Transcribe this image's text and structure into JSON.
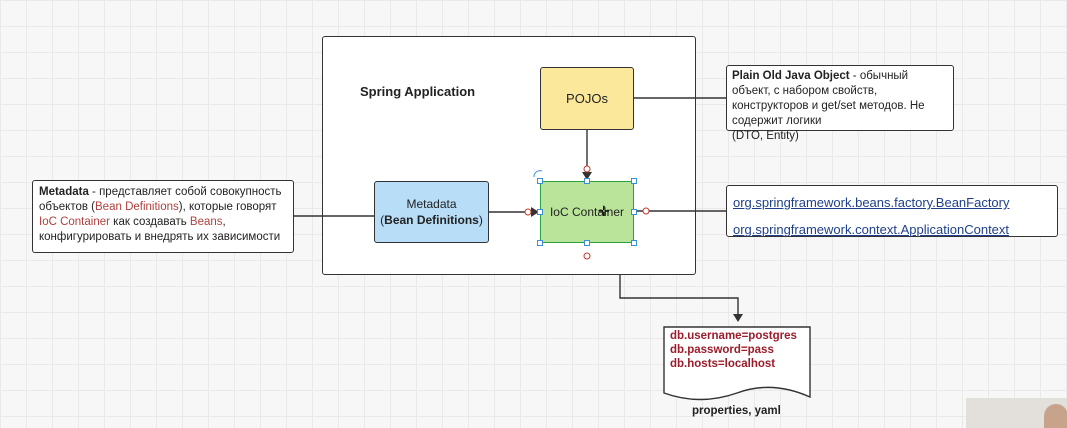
{
  "diagram": {
    "app_title": "Spring Application",
    "pojos_label": "POJOs",
    "metadata_label": "Metadata",
    "metadata_sub": "Bean Definitions",
    "ioc_label": "IoC Container",
    "note_pojo": {
      "title": "Plain Old Java Object",
      "text": " - обычный объект, с набором свойств, конструкторов и get/set методов. Не содержит логики",
      "text2": "(DTO, Entity)"
    },
    "note_meta": {
      "title": "Metadata",
      "t1": " - представляет собой совокупность объектов (",
      "h1": "Bean Definitions",
      "t2": "), которые говорят ",
      "h2": "IoC Container",
      "t3": " как создавать ",
      "h3": "Beans",
      "t4": ", конфигурировать и внедрять их зависимости"
    },
    "bean_factory": "org.springframework.beans.factory.BeanFactory",
    "app_context": "org.springframework.context.ApplicationContext",
    "props": [
      "db.username=postgres",
      "db.password=pass",
      "db.hosts=localhost"
    ],
    "props_caption": "properties, yaml"
  },
  "colors": {
    "pojos": "#fbe89a",
    "metadata": "#b8ddf7",
    "ioc": "#b9e49a",
    "highlight": "#b0413e",
    "link": "#1f3f8c"
  }
}
